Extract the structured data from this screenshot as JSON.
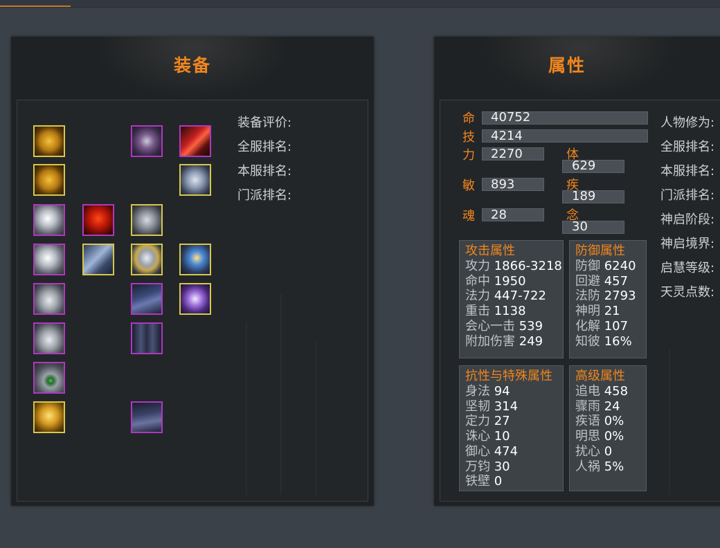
{
  "equipment": {
    "title": "装备",
    "info_labels": [
      "装备评价:",
      "全服排名:",
      "本服排名:",
      "门派排名:"
    ],
    "slots": [
      {
        "name": "ring-gold-1",
        "icon": "gold-medallion-icon",
        "quality": "gold"
      },
      {
        "name": "ring-gold-2",
        "icon": "gold-medallion-icon",
        "quality": "gold"
      },
      {
        "name": "accessory-1",
        "icon": "silver-shell-icon",
        "quality": "purple"
      },
      {
        "name": "accessory-2",
        "icon": "silver-shell-icon",
        "quality": "purple"
      },
      {
        "name": "ring-1",
        "icon": "silver-ring-icon",
        "quality": "purple"
      },
      {
        "name": "ring-2",
        "icon": "silver-ring-icon",
        "quality": "purple"
      },
      {
        "name": "necklace",
        "icon": "jade-necklace-icon",
        "quality": "purple"
      },
      {
        "name": "talisman",
        "icon": "gold-talisman-icon",
        "quality": "gold"
      },
      {
        "name": "red-beast",
        "icon": "red-beast-icon",
        "quality": "purple"
      },
      {
        "name": "bracer",
        "icon": "arm-guard-icon",
        "quality": "gold"
      },
      {
        "name": "helmet",
        "icon": "helmet-icon",
        "quality": "purple"
      },
      {
        "name": "shoulder",
        "icon": "shoulder-armor-icon",
        "quality": "gold"
      },
      {
        "name": "chest",
        "icon": "chest-armor-icon",
        "quality": "gold"
      },
      {
        "name": "cape",
        "icon": "cape-icon",
        "quality": "purple"
      },
      {
        "name": "legs",
        "icon": "leg-armor-icon",
        "quality": "purple"
      },
      {
        "name": "boots",
        "icon": "boots-icon",
        "quality": "purple"
      },
      {
        "name": "weapon",
        "icon": "red-weapon-icon",
        "quality": "purple"
      },
      {
        "name": "pauldron",
        "icon": "pauldron-icon",
        "quality": "gold"
      },
      {
        "name": "gauntlet",
        "icon": "gauntlet-icon",
        "quality": "gold"
      },
      {
        "name": "mask",
        "icon": "demon-mask-icon",
        "quality": "gold"
      }
    ]
  },
  "attributes": {
    "title": "属性",
    "main": {
      "ming": {
        "key": "命",
        "value": "40752"
      },
      "ji": {
        "key": "技",
        "value": "4214"
      },
      "li": {
        "key": "力",
        "value": "2270"
      },
      "ti": {
        "key": "体",
        "value": "629"
      },
      "min": {
        "key": "敏",
        "value": "893"
      },
      "jiJi": {
        "key": "疾",
        "value": "189"
      },
      "hun": {
        "key": "魂",
        "value": "28"
      },
      "nian": {
        "key": "念",
        "value": "30"
      }
    },
    "attack": {
      "title": "攻击属性",
      "rows": [
        {
          "k": "攻力",
          "v": "1866-3218"
        },
        {
          "k": "命中",
          "v": "1950"
        },
        {
          "k": "法力",
          "v": "447-722"
        },
        {
          "k": "重击",
          "v": "1138"
        },
        {
          "k": "会心一击",
          "v": "539"
        },
        {
          "k": "附加伤害",
          "v": "249"
        }
      ]
    },
    "defense": {
      "title": "防御属性",
      "rows": [
        {
          "k": "防御",
          "v": "6240"
        },
        {
          "k": "回避",
          "v": "457"
        },
        {
          "k": "法防",
          "v": "2793"
        },
        {
          "k": "神明",
          "v": "21"
        },
        {
          "k": "化解",
          "v": "107"
        },
        {
          "k": "知彼",
          "v": "16%"
        }
      ]
    },
    "resist": {
      "title": "抗性与特殊属性",
      "rows": [
        {
          "k": "身法",
          "v": "94"
        },
        {
          "k": "坚韧",
          "v": "314"
        },
        {
          "k": "定力",
          "v": "27"
        },
        {
          "k": "诛心",
          "v": "10"
        },
        {
          "k": "御心",
          "v": "474"
        },
        {
          "k": "万钧",
          "v": "30"
        },
        {
          "k": "铁壁",
          "v": "0"
        }
      ]
    },
    "advanced": {
      "title": "高级属性",
      "rows": [
        {
          "k": "追电",
          "v": "458"
        },
        {
          "k": "骤雨",
          "v": "24"
        },
        {
          "k": "疾语",
          "v": "0%"
        },
        {
          "k": "明思",
          "v": "0%"
        },
        {
          "k": "扰心",
          "v": "0"
        },
        {
          "k": "人祸",
          "v": "5%"
        }
      ]
    },
    "side_labels": [
      "人物修为:",
      "全服排名:",
      "本服排名:",
      "门派排名:",
      "神启阶段:",
      "神启境界:",
      "启慧等级:",
      "天灵点数:"
    ]
  },
  "colors": {
    "accent": "#f0861f",
    "gold_border": "#d8c84a",
    "purple_border": "#b038c0"
  }
}
